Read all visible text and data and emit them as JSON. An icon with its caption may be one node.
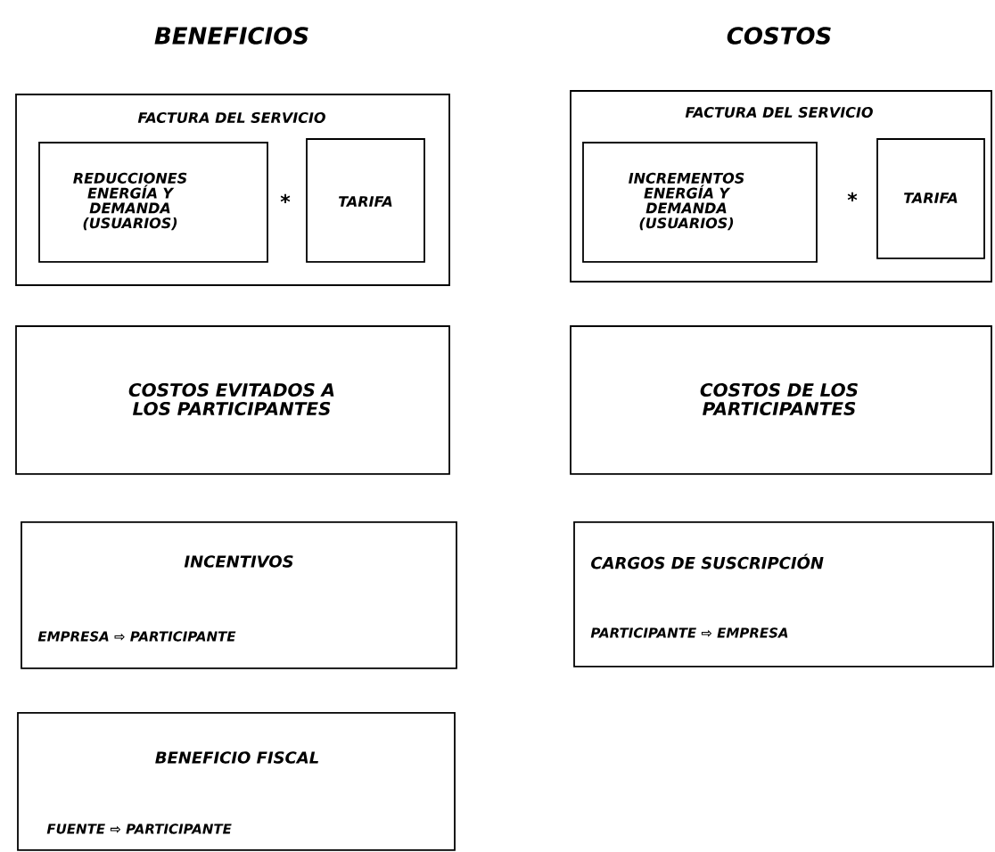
{
  "diagram": {
    "nodes": [
      {
        "text": [
          "FACTURA DEL SERVICIO"
        ]
      },
      {
        "text": [
          "REDUCCIONES ENERGÍA Y DEMANDA (USUARIOS)"
        ],
        "in": 0
      },
      {
        "text": [
          "TARIFA"
        ],
        "in": 0
      },
      {
        "text": [
          "COSTOS EVITADOS A LOS PARTICIPANTES"
        ]
      },
      {
        "text": [
          "INCENTIVOS",
          "EMPRESA ⇨ PARTICIPANTE"
        ]
      },
      {
        "text": [
          "BENEFICIO FISCAL",
          "FUENTE ⇨ PARTICIPANTE"
        ]
      },
      {
        "text": [
          "FACTURA DEL SERVICIO"
        ]
      },
      {
        "text": [
          "INCREMENTOS ENERGÍA Y DEMANDA (USUARIOS)"
        ],
        "in": 6
      },
      {
        "text": [
          "TARIFA"
        ],
        "in": 6
      },
      {
        "text": [
          "COSTOS DE LOS PARTICIPANTES"
        ]
      },
      {
        "text": [
          "CARGOS DE SUSCRIPCIÓN",
          "PARTICIPANTE ⇨ EMPRESA"
        ]
      }
    ],
    "labels": [
      "BENEFICIOS",
      "COSTOS",
      "*",
      "*"
    ]
  }
}
